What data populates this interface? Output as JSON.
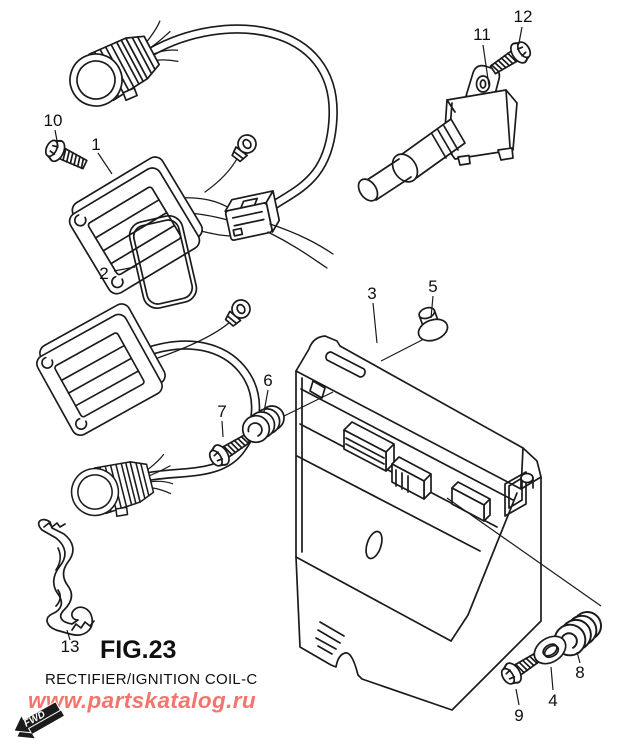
{
  "figure": {
    "fig_number": "FIG.23",
    "title": "RECTIFIER/IGNITION COIL-C",
    "fwd_label": "FWD"
  },
  "watermark": {
    "text": "www.partskatalog.ru",
    "color": "#f4756e"
  },
  "callouts": [
    "1",
    "2",
    "3",
    "4",
    "5",
    "6",
    "7",
    "8",
    "9",
    "10",
    "11",
    "12",
    "13"
  ],
  "colors": {
    "line": "#1b1b1b",
    "background": "#ffffff"
  }
}
